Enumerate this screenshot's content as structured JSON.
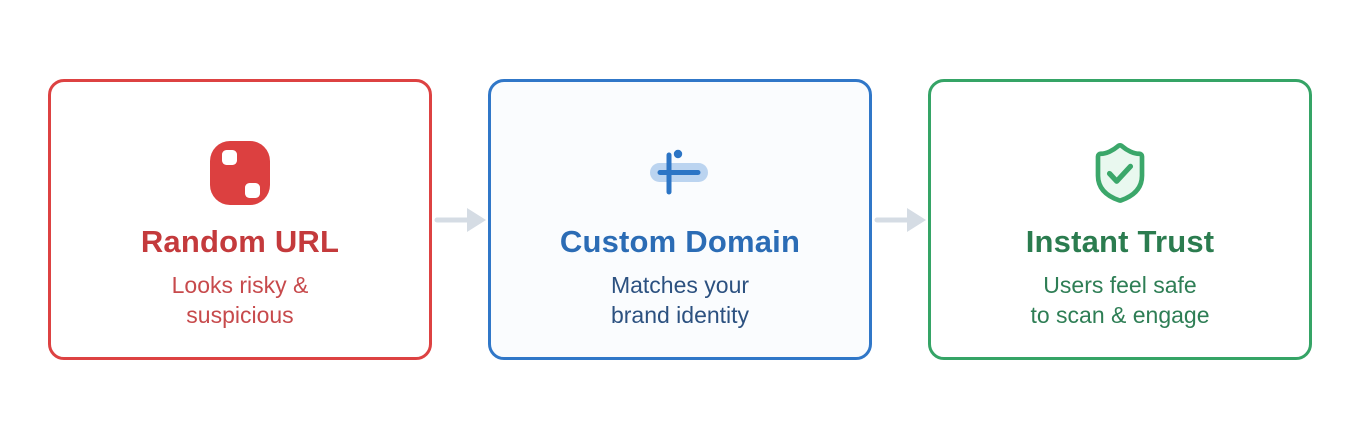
{
  "diagram": {
    "cards": [
      {
        "id": "random-url",
        "icon": "dice-icon",
        "title": "Random URL",
        "subtitle_line1": "Looks risky &",
        "subtitle_line2": "suspicious",
        "colors": {
          "border": "#DD4242",
          "background": "#FFFFFF",
          "title": "#C43A3C",
          "subtitle": "#C74A4C",
          "icon": "#DC4040",
          "icon_secondary": "#FFFFFF"
        }
      },
      {
        "id": "custom-domain",
        "icon": "input-cursor-icon",
        "title": "Custom Domain",
        "subtitle_line1": "Matches your",
        "subtitle_line2": "brand identity",
        "colors": {
          "border": "#3077C8",
          "background": "#FAFCFE",
          "title": "#2B6CB5",
          "subtitle": "#2C5180",
          "icon": "#2C75C5",
          "icon_secondary": "#BBD4F0"
        }
      },
      {
        "id": "instant-trust",
        "icon": "shield-check-icon",
        "title": "Instant Trust",
        "subtitle_line1": "Users feel safe",
        "subtitle_line2": "to scan & engage",
        "colors": {
          "border": "#35A466",
          "background": "#FFFFFF",
          "title": "#2B7C4F",
          "subtitle": "#2E7E55",
          "icon": "#3BA76A",
          "icon_secondary": "#E9F8EF"
        }
      }
    ],
    "arrow_color": "#D5DCE4"
  }
}
